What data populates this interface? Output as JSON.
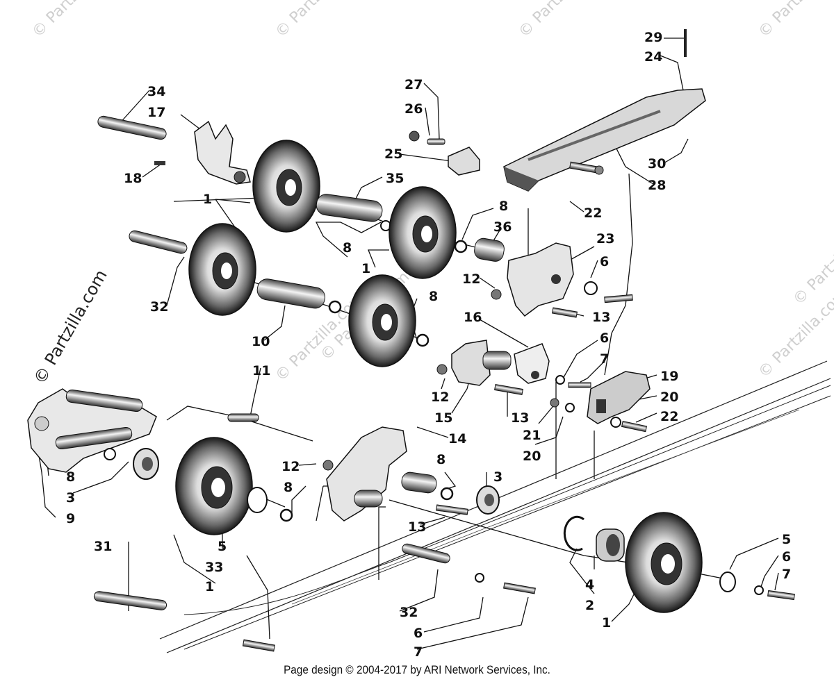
{
  "watermarks": {
    "vertical": "© Partzilla.com",
    "faint": "© Partzilla.com"
  },
  "footer": "Page design © 2004-2017 by ARI Network Services, Inc.",
  "callouts": {
    "c34": "34",
    "c17": "17",
    "c18": "18",
    "c27": "27",
    "c26": "26",
    "c25": "25",
    "c29": "29",
    "c24": "24",
    "c30": "30",
    "c28": "28",
    "c35": "35",
    "c22a": "22",
    "c1a": "1",
    "c8a": "8",
    "c36": "36",
    "c23": "23",
    "c8b": "8",
    "c1b": "1",
    "c6a": "6",
    "c12a": "12",
    "c13a": "13",
    "c32a": "32",
    "c10": "10",
    "c8c": "8",
    "c16": "16",
    "c6b": "6",
    "c7a": "7",
    "c19": "19",
    "c20a": "20",
    "c22b": "22",
    "c12b": "12",
    "c15": "15",
    "c13b": "13",
    "c21": "21",
    "c20b": "20",
    "c11": "11",
    "c14": "14",
    "c8d": "8",
    "c3a": "3",
    "c9": "9",
    "c12c": "12",
    "c8e": "8",
    "c8f": "8",
    "c3b": "3",
    "c13c": "13",
    "c5a": "5",
    "c33": "33",
    "c1c": "1",
    "c31": "31",
    "c4": "4",
    "c2": "2",
    "c32b": "32",
    "c6c": "6",
    "c7b": "7",
    "c5b": "5",
    "c6d": "6",
    "c7c": "7",
    "c1d": "1"
  }
}
